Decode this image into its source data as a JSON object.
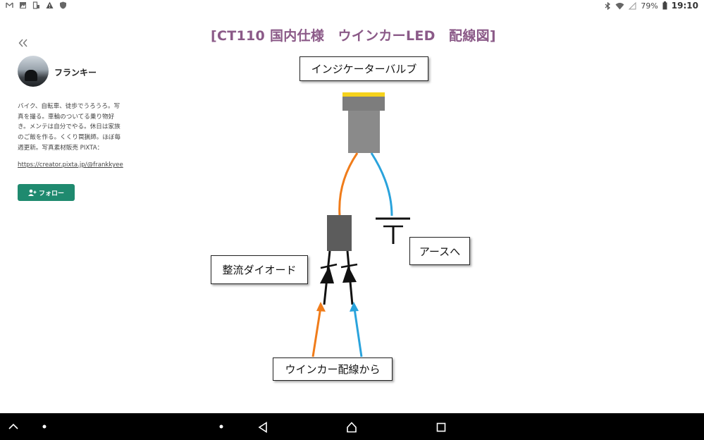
{
  "status_bar": {
    "battery": "79%",
    "time": "19:10",
    "left_icons": [
      "gmail-icon",
      "image-icon",
      "device-icon",
      "warning-icon",
      "shield-icon"
    ],
    "right_icons": [
      "bluetooth-icon",
      "wifi-icon",
      "signal-icon",
      "battery-icon"
    ]
  },
  "sidebar": {
    "collapse_label": "«",
    "username": "フランキー",
    "bio": "バイク、自転車、徒歩でうろうろ。写真を撮る。車輪のついてる乗り物好き。メンテは自分でやる。休日は家族のご飯を作る。くくり罠猟師。ほぼ毎週更新。写真素材販売 PIXTA：",
    "bio_link": "https://creator.pixta.jp/@frankkyee",
    "follow_label": "フォロー"
  },
  "diagram": {
    "title": "[CT110 国内仕様　ウインカーLED　配線図]",
    "label_bulb": "インジケーターバルブ",
    "label_earth": "アースへ",
    "label_diode": "整流ダイオード",
    "label_wiring": "ウインカー配線から"
  },
  "colors": {
    "title": "#8b5a88",
    "wire_orange": "#f07c1a",
    "wire_blue": "#2aa3dc",
    "follow_button": "#1f8a6f",
    "bulb_cap": "#f5d21c"
  }
}
